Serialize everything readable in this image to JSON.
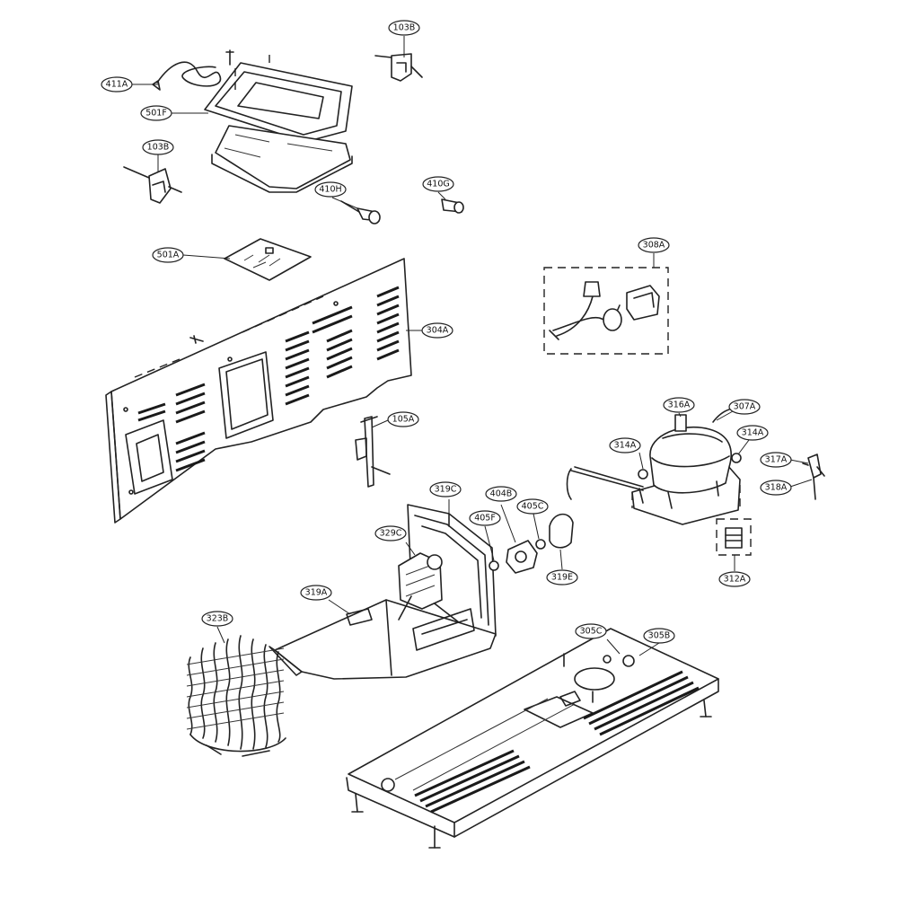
{
  "callouts": [
    {
      "id": "411A",
      "label": "411A"
    },
    {
      "id": "501F",
      "label": "501F"
    },
    {
      "id": "103B-top",
      "label": "103B"
    },
    {
      "id": "103B-left",
      "label": "103B"
    },
    {
      "id": "410H",
      "label": "410H"
    },
    {
      "id": "410G",
      "label": "410G"
    },
    {
      "id": "501A",
      "label": "501A"
    },
    {
      "id": "308A",
      "label": "308A"
    },
    {
      "id": "304A",
      "label": "304A"
    },
    {
      "id": "105A",
      "label": "105A"
    },
    {
      "id": "316A",
      "label": "316A"
    },
    {
      "id": "307A",
      "label": "307A"
    },
    {
      "id": "314A-left",
      "label": "314A"
    },
    {
      "id": "314A-right",
      "label": "314A"
    },
    {
      "id": "317A",
      "label": "317A"
    },
    {
      "id": "318A",
      "label": "318A"
    },
    {
      "id": "319C",
      "label": "319C"
    },
    {
      "id": "404B",
      "label": "404B"
    },
    {
      "id": "405C",
      "label": "405C"
    },
    {
      "id": "405F",
      "label": "405F"
    },
    {
      "id": "329C",
      "label": "329C"
    },
    {
      "id": "319E",
      "label": "319E"
    },
    {
      "id": "312A",
      "label": "312A"
    },
    {
      "id": "319A",
      "label": "319A"
    },
    {
      "id": "323B",
      "label": "323B"
    },
    {
      "id": "305C",
      "label": "305C"
    },
    {
      "id": "305B",
      "label": "305B"
    }
  ]
}
